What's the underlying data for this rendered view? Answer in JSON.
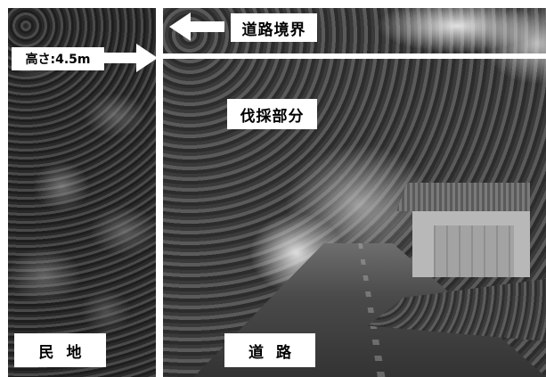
{
  "labels": {
    "height": "高さ:4.5m",
    "road_boundary": "道路境界",
    "cut_section": "伐採部分",
    "private_land": "民地",
    "road": "道路"
  },
  "icons": {
    "height_arrow": "arrow-right-icon",
    "boundary_arrow": "arrow-left-icon"
  },
  "colors": {
    "label_background": "#ffffff",
    "label_text": "#000000",
    "divider": "#ffffff",
    "arrow_fill": "#ffffff"
  }
}
